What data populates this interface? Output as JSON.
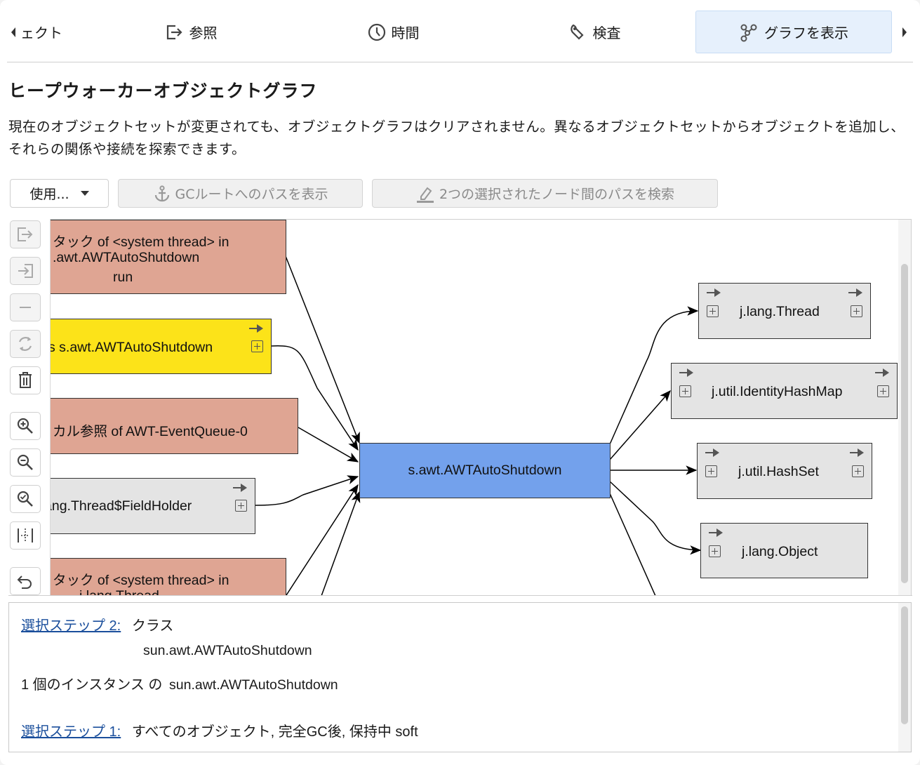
{
  "tabs": {
    "items": [
      {
        "label": "ェクト",
        "icon": "object-icon",
        "active": false
      },
      {
        "label": "参照",
        "icon": "reference-icon",
        "active": false
      },
      {
        "label": "時間",
        "icon": "clock-icon",
        "active": false
      },
      {
        "label": "検査",
        "icon": "wrench-icon",
        "active": false
      },
      {
        "label": "グラフを表示",
        "icon": "graph-icon",
        "active": true
      }
    ],
    "active_color": "#e6f0fc"
  },
  "page": {
    "title": "ヒープウォーカーオブジェクトグラフ",
    "description": "現在のオブジェクトセットが変更されても、オブジェクトグラフはクリアされません。異なるオブジェクトセットからオブジェクトを追加し、それらの関係や接続を探索できます。"
  },
  "toolbar": {
    "use_label": "使用...",
    "gc_root_label": "GCルートへのパスを表示",
    "find_path_label": "2つの選択されたノード間のパスを検索"
  },
  "side_tools": [
    {
      "name": "show-outgoing-tool",
      "icon": "export-icon",
      "enabled": false
    },
    {
      "name": "show-incoming-tool",
      "icon": "import-icon",
      "enabled": false
    },
    {
      "name": "collapse-tool",
      "icon": "minus-icon",
      "enabled": false
    },
    {
      "name": "refresh-tool",
      "icon": "refresh-icon",
      "enabled": false
    },
    {
      "name": "delete-tool",
      "icon": "trash-icon",
      "enabled": true
    },
    {
      "name": "zoom-in-tool",
      "icon": "zoom-in-icon",
      "enabled": true
    },
    {
      "name": "zoom-out-tool",
      "icon": "zoom-out-icon",
      "enabled": true
    },
    {
      "name": "zoom-fit-tool",
      "icon": "zoom-fit-icon",
      "enabled": true
    },
    {
      "name": "layout-tool",
      "icon": "layout-icon",
      "enabled": true
    },
    {
      "name": "undo-tool",
      "icon": "undo-icon",
      "enabled": true
    }
  ],
  "graph": {
    "colors": {
      "gc_root": "#dfa593",
      "selected_instance": "#fce319",
      "class_node": "#e4e4e4",
      "focused": "#73a1ec"
    },
    "nodes": [
      {
        "id": "root1",
        "kind": "gc_root",
        "lines": [
          "タック of <system thread> in",
          ".awt.AWTAutoShutdown",
          "run"
        ]
      },
      {
        "id": "yellow1",
        "kind": "selected_instance",
        "lines": [
          "s s.awt.AWTAutoShutdown"
        ]
      },
      {
        "id": "root2",
        "kind": "gc_root",
        "lines": [
          "カル参照 of AWT-EventQueue-0"
        ]
      },
      {
        "id": "fieldholder",
        "kind": "class_node",
        "lines": [
          "ang.Thread$FieldHolder"
        ]
      },
      {
        "id": "root3",
        "kind": "gc_root",
        "lines": [
          "タック of <system thread> in",
          "j.lang.Thread"
        ]
      },
      {
        "id": "center",
        "kind": "focused",
        "lines": [
          "s.awt.AWTAutoShutdown"
        ]
      },
      {
        "id": "thread",
        "kind": "class_node",
        "lines": [
          "j.lang.Thread"
        ]
      },
      {
        "id": "identityhashmap",
        "kind": "class_node",
        "lines": [
          "j.util.IdentityHashMap"
        ]
      },
      {
        "id": "hashset",
        "kind": "class_node",
        "lines": [
          "j.util.HashSet"
        ]
      },
      {
        "id": "object",
        "kind": "class_node",
        "lines": [
          "j.lang.Object"
        ]
      }
    ],
    "edges": [
      {
        "from": "root1",
        "to": "center"
      },
      {
        "from": "yellow1",
        "to": "center"
      },
      {
        "from": "root2",
        "to": "center"
      },
      {
        "from": "fieldholder",
        "to": "center"
      },
      {
        "from": "root3",
        "to": "center"
      },
      {
        "from": "offscreen",
        "to": "center"
      },
      {
        "from": "center",
        "to": "thread"
      },
      {
        "from": "center",
        "to": "identityhashmap"
      },
      {
        "from": "center",
        "to": "hashset"
      },
      {
        "from": "center",
        "to": "object"
      },
      {
        "from": "center",
        "to": "offscreen"
      }
    ]
  },
  "info": {
    "step2_link": "選択ステップ 2:",
    "step2_kind": "クラス",
    "step2_class": "sun.awt.AWTAutoShutdown",
    "instances_prefix": "1 個のインスタンス の",
    "instances_class": "sun.awt.AWTAutoShutdown",
    "step1_link": "選択ステップ 1:",
    "step1_text": "すべてのオブジェクト, 完全GC後, 保持中 soft",
    "link_color": "#1b4f9c"
  }
}
